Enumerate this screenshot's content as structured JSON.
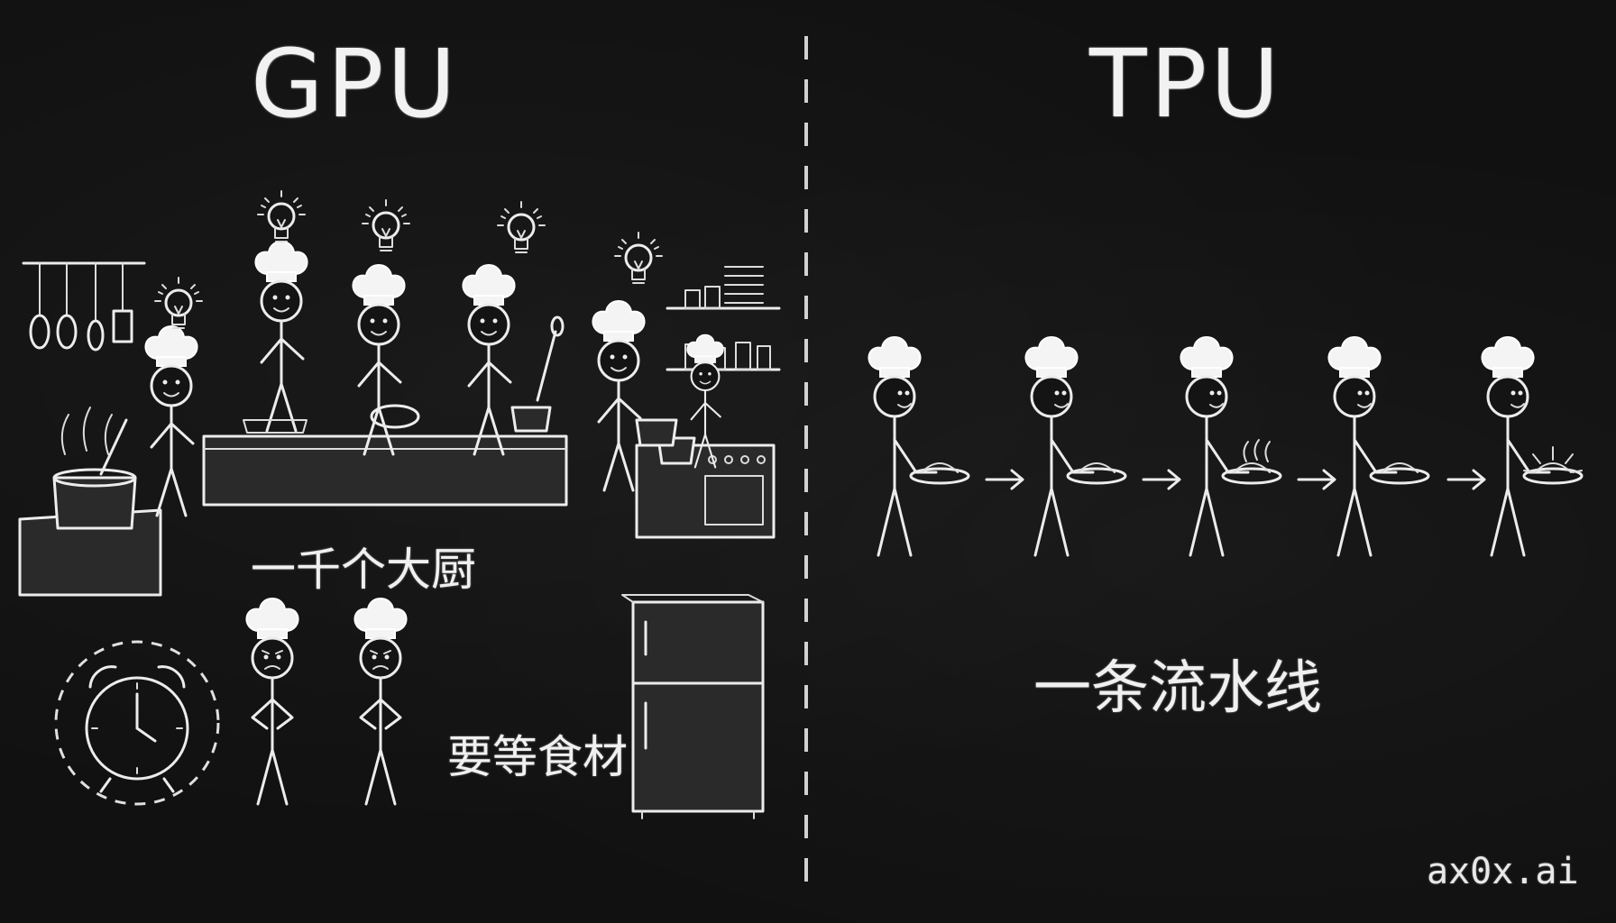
{
  "titles": {
    "left": "GPU",
    "right": "TPU"
  },
  "captions": {
    "gpu_chefs": "一千个大厨",
    "gpu_wait": "要等食材",
    "tpu_pipeline": "一条流水线"
  },
  "watermark": "ax0x.ai",
  "colors": {
    "background": "#111111",
    "chalk": "#ececec"
  },
  "icons": [
    "chef-icon",
    "lightbulb-icon",
    "alarm-clock-icon",
    "refrigerator-icon",
    "cooking-pot-icon",
    "stove-icon",
    "kitchen-utensils-icon",
    "shelf-icon",
    "plate-icon",
    "arrow-right-icon"
  ]
}
